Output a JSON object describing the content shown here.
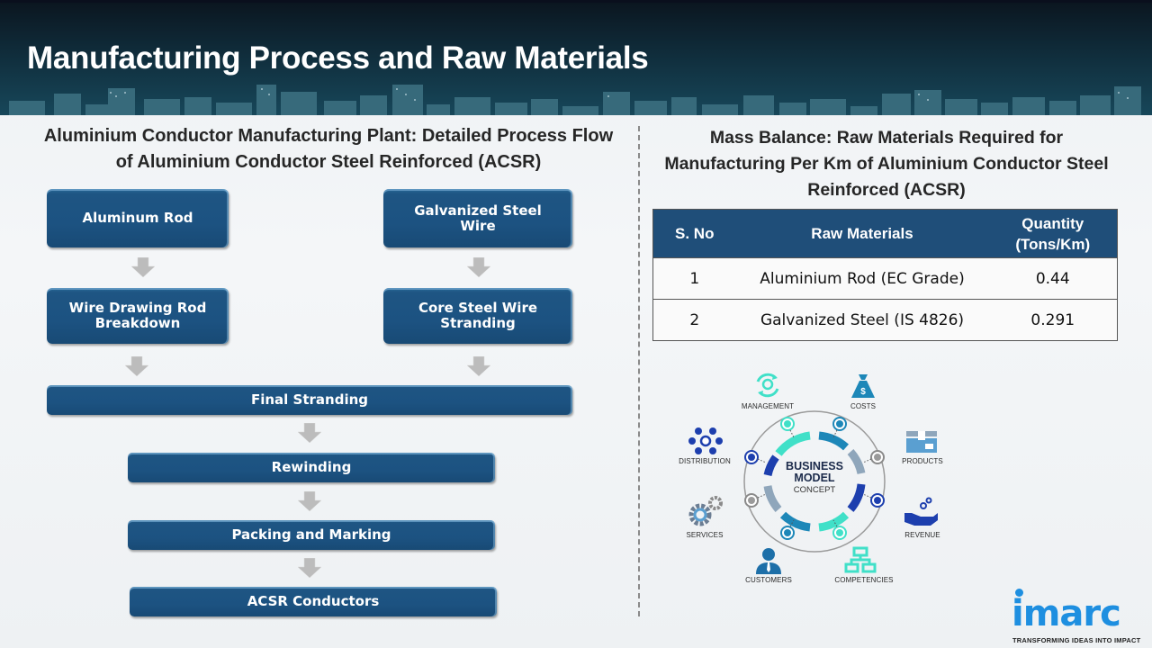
{
  "header": {
    "title": "Manufacturing Process and Raw Materials"
  },
  "process_flow": {
    "title_line1": "Aluminium Conductor Manufacturing Plant: Detailed Process Flow",
    "title_line2": "of Aluminium Conductor Steel Reinforced (ACSR)",
    "steps": {
      "aluminum_rod": "Aluminum Rod",
      "galvanized_steel_wire_1": "Galvanized Steel",
      "galvanized_steel_wire_2": "Wire",
      "wire_drawing_1": "Wire Drawing Rod",
      "wire_drawing_2": "Breakdown",
      "core_steel_1": "Core Steel Wire",
      "core_steel_2": "Stranding",
      "final_stranding": "Final Stranding",
      "rewinding": "Rewinding",
      "packing_marking": "Packing and Marking",
      "acsr_conductors": "ACSR Conductors"
    },
    "colors": {
      "box": "#1c5281",
      "arrow": "#b8b8b8"
    }
  },
  "mass_balance": {
    "title_line1": "Mass Balance: Raw Materials Required for",
    "title_line2": "Manufacturing Per Km of Aluminium Conductor Steel",
    "title_line3": "Reinforced (ACSR)",
    "columns": [
      "S. No",
      "Raw Materials",
      "Quantity",
      "(Tons/Km)"
    ],
    "rows": [
      {
        "sno": "1",
        "material": "Aluminium Rod (EC Grade)",
        "quantity": "0.44"
      },
      {
        "sno": "2",
        "material": "Galvanized Steel (IS 4826)",
        "quantity": "0.291"
      }
    ],
    "header_color": "#1f4e79"
  },
  "business_model": {
    "center_line1": "BUSINESS",
    "center_line2": "MODEL",
    "center_line3": "CONCEPT",
    "labels": {
      "management": "MANAGEMENT",
      "costs": "COSTS",
      "distribution": "DISTRIBUTION",
      "products": "PRODUCTS",
      "services": "SERVICES",
      "revenue": "REVENUE",
      "customers": "CUSTOMERS",
      "competencies": "COMPETENCIES"
    },
    "costs_symbol": "$"
  },
  "logo": {
    "name": "imarc",
    "tagline": "TRANSFORMING IDEAS INTO IMPACT",
    "color": "#1e8fe0"
  }
}
